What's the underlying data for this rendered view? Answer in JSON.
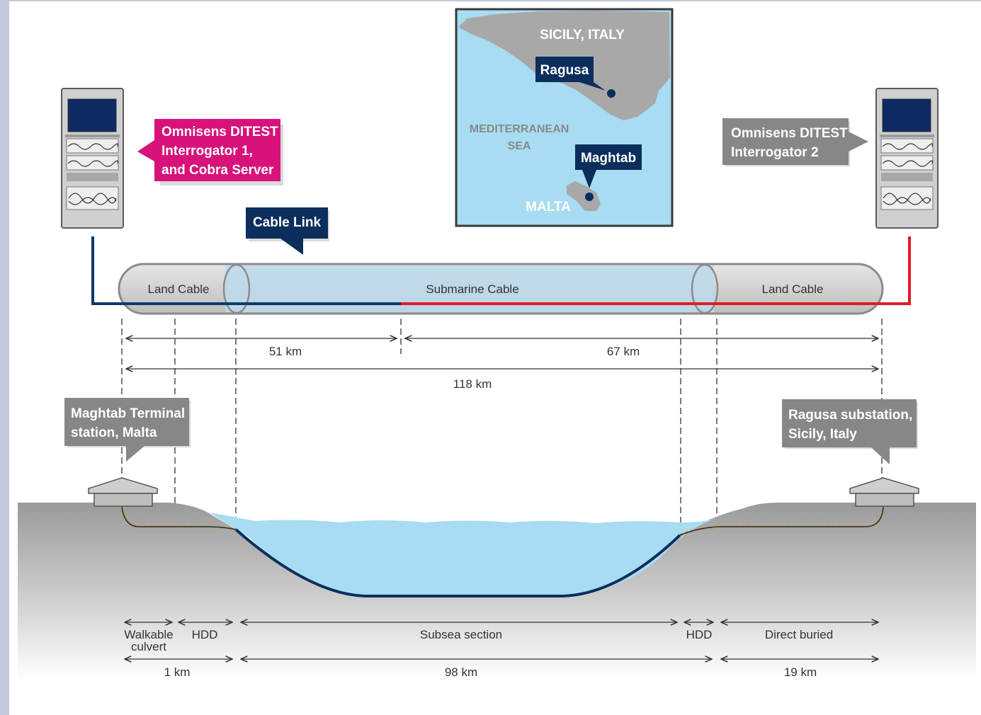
{
  "colors": {
    "frame": "#c4c7dc",
    "pink": "#d8127a",
    "navy": "#0b2e5c",
    "gray_callout": "#878787",
    "sea": "#a7dcf2",
    "land": "#9a9a9a",
    "malta_line": "#0d3a6e",
    "sicily_line": "#e01b24",
    "buried_cable": "#e59a1c"
  },
  "map": {
    "sicily_label": "SICILY, ITALY",
    "sea_label_line1": "MEDITERRANEAN",
    "sea_label_line2": "SEA",
    "malta_label": "MALTA",
    "ragusa_label": "Ragusa",
    "maghtab_label": "Maghtab"
  },
  "interrogator_1": {
    "line1": "Omnisens DITEST",
    "line2": "Interrogator 1,",
    "line3": "and Cobra Server"
  },
  "interrogator_2": {
    "line1": "Omnisens DITEST",
    "line2": "Interrogator 2"
  },
  "cable_link_label": "Cable Link",
  "cable_segments": {
    "land_left": "Land Cable",
    "submarine": "Submarine Cable",
    "land_right": "Land Cable"
  },
  "distances": {
    "d51": "51 km",
    "d67": "67 km",
    "d118": "118 km",
    "d1": "1 km",
    "d98": "98 km",
    "d19": "19 km"
  },
  "stations": {
    "malta_line1": "Maghtab Terminal",
    "malta_line2": "station, Malta",
    "sicily_line1": "Ragusa substation,",
    "sicily_line2": "Sicily, Italy"
  },
  "sections": {
    "walkable_line1": "Walkable",
    "walkable_line2": "culvert",
    "hdd_left": "HDD",
    "subsea": "Subsea section",
    "hdd_right": "HDD",
    "direct_buried": "Direct buried"
  }
}
